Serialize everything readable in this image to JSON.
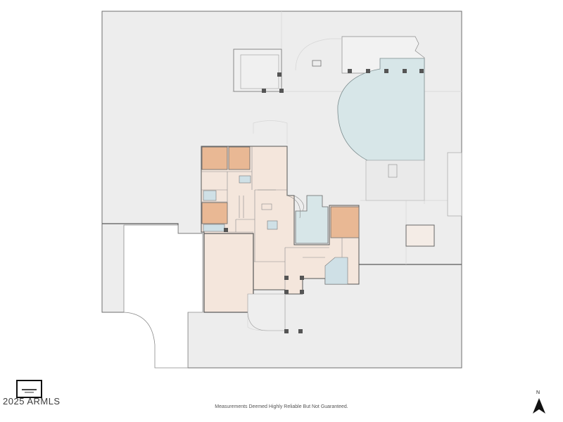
{
  "footer": {
    "disclaimer": "Measurements Deemed Highly Reliable But Not Guaranteed.",
    "watermark": "2025 ARMLS",
    "north_label": "N"
  },
  "colors": {
    "background": "#ffffff",
    "outline": "#6b6b6b",
    "grounds": "#ececec",
    "wall": "#5a5a5a",
    "interior": "#f4e6dc",
    "bedroom": "#e9b894",
    "water": "#d7e6e8",
    "bath": "#cfe0e6",
    "patio": "#eaeaea",
    "pillar": "#555555"
  }
}
